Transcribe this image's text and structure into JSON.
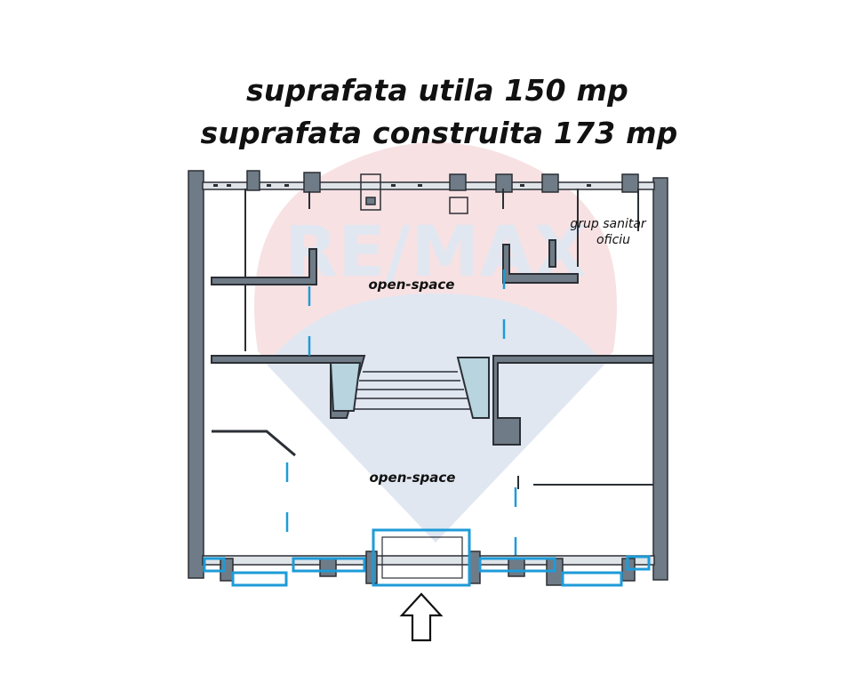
{
  "header": {
    "line1": "suprafata utila 150 mp",
    "line2": "suprafata construita 173 mp"
  },
  "labels": {
    "open_space_top": "open-space",
    "open_space_bottom": "open-space",
    "wc": "grup sanitar",
    "office": "oficiu"
  },
  "watermark": {
    "text": "RE/MAX",
    "color": "#c8202f",
    "blue": "#1f4f9c"
  },
  "colors": {
    "wall_fill": "#6f7b86",
    "wall_stroke": "#2b2f35",
    "window_blue": "#1e9bd8",
    "ink": "#111111"
  },
  "icons": {
    "entrance": "up-arrow-icon"
  }
}
